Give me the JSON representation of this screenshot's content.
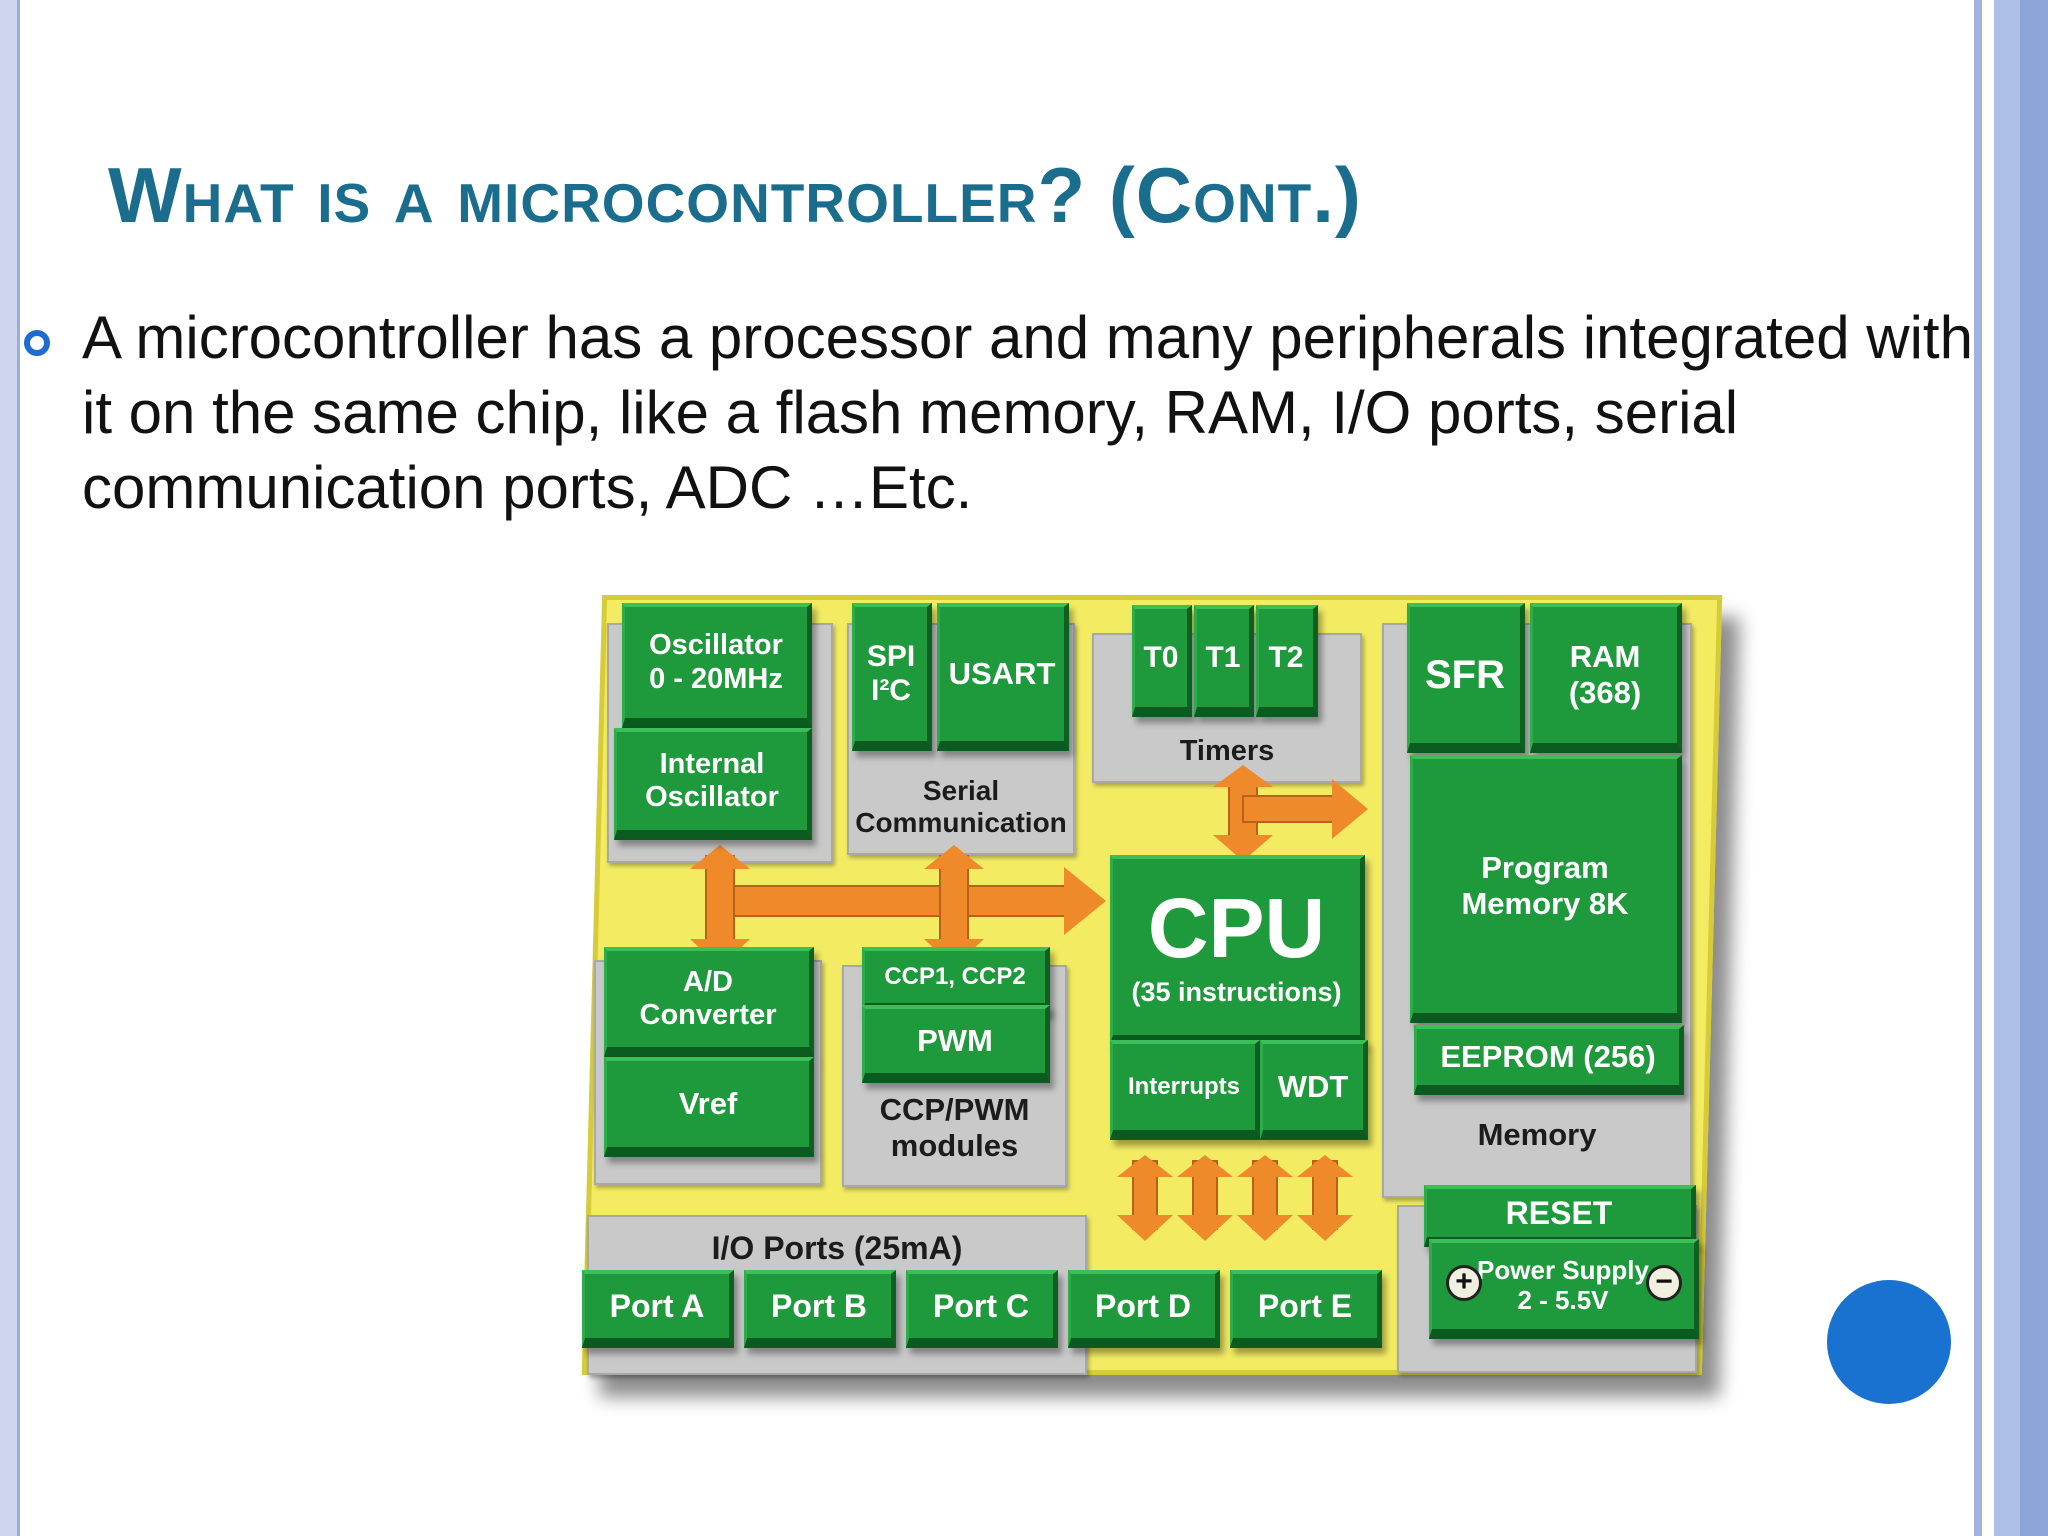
{
  "slide": {
    "title": "What is a microcontroller? (Cont.)",
    "body": "A microcontroller has a processor and many peripherals integrated with it on the same chip, like a flash memory, RAM, I/O ports, serial communication ports, ADC …Etc."
  },
  "diagram": {
    "blocks": {
      "oscillator": "Oscillator\n0 - 20MHz",
      "internal_oscillator": "Internal\nOscillator",
      "spi_i2c": "SPI\nI²C",
      "usart": "USART",
      "t0": "T0",
      "t1": "T1",
      "t2": "T2",
      "sfr": "SFR",
      "ram": "RAM\n(368)",
      "program_memory": "Program\nMemory 8K",
      "eeprom": "EEPROM (256)",
      "cpu": "CPU",
      "cpu_instructions": "(35 instructions)",
      "interrupts": "Interrupts",
      "wdt": "WDT",
      "ad_converter": "A/D\nConverter",
      "vref": "Vref",
      "ccp": "CCP1, CCP2",
      "pwm": "PWM",
      "reset": "RESET",
      "power_supply": "Power Supply\n2 - 5.5V",
      "port_a": "Port A",
      "port_b": "Port B",
      "port_c": "Port C",
      "port_d": "Port D",
      "port_e": "Port E"
    },
    "group_labels": {
      "serial": "Serial\nCommunication",
      "timers": "Timers",
      "memory": "Memory",
      "ccp_pwm": "CCP/PWM\nmodules",
      "io_ports": "I/O Ports (25mA)"
    },
    "colors": {
      "board": "#f3ec63",
      "block": "#1e9a3c",
      "group": "#c9c9c9",
      "arrow": "#ee8a2a",
      "title": "#1a6d8d",
      "accent": "#1a72d0"
    }
  }
}
